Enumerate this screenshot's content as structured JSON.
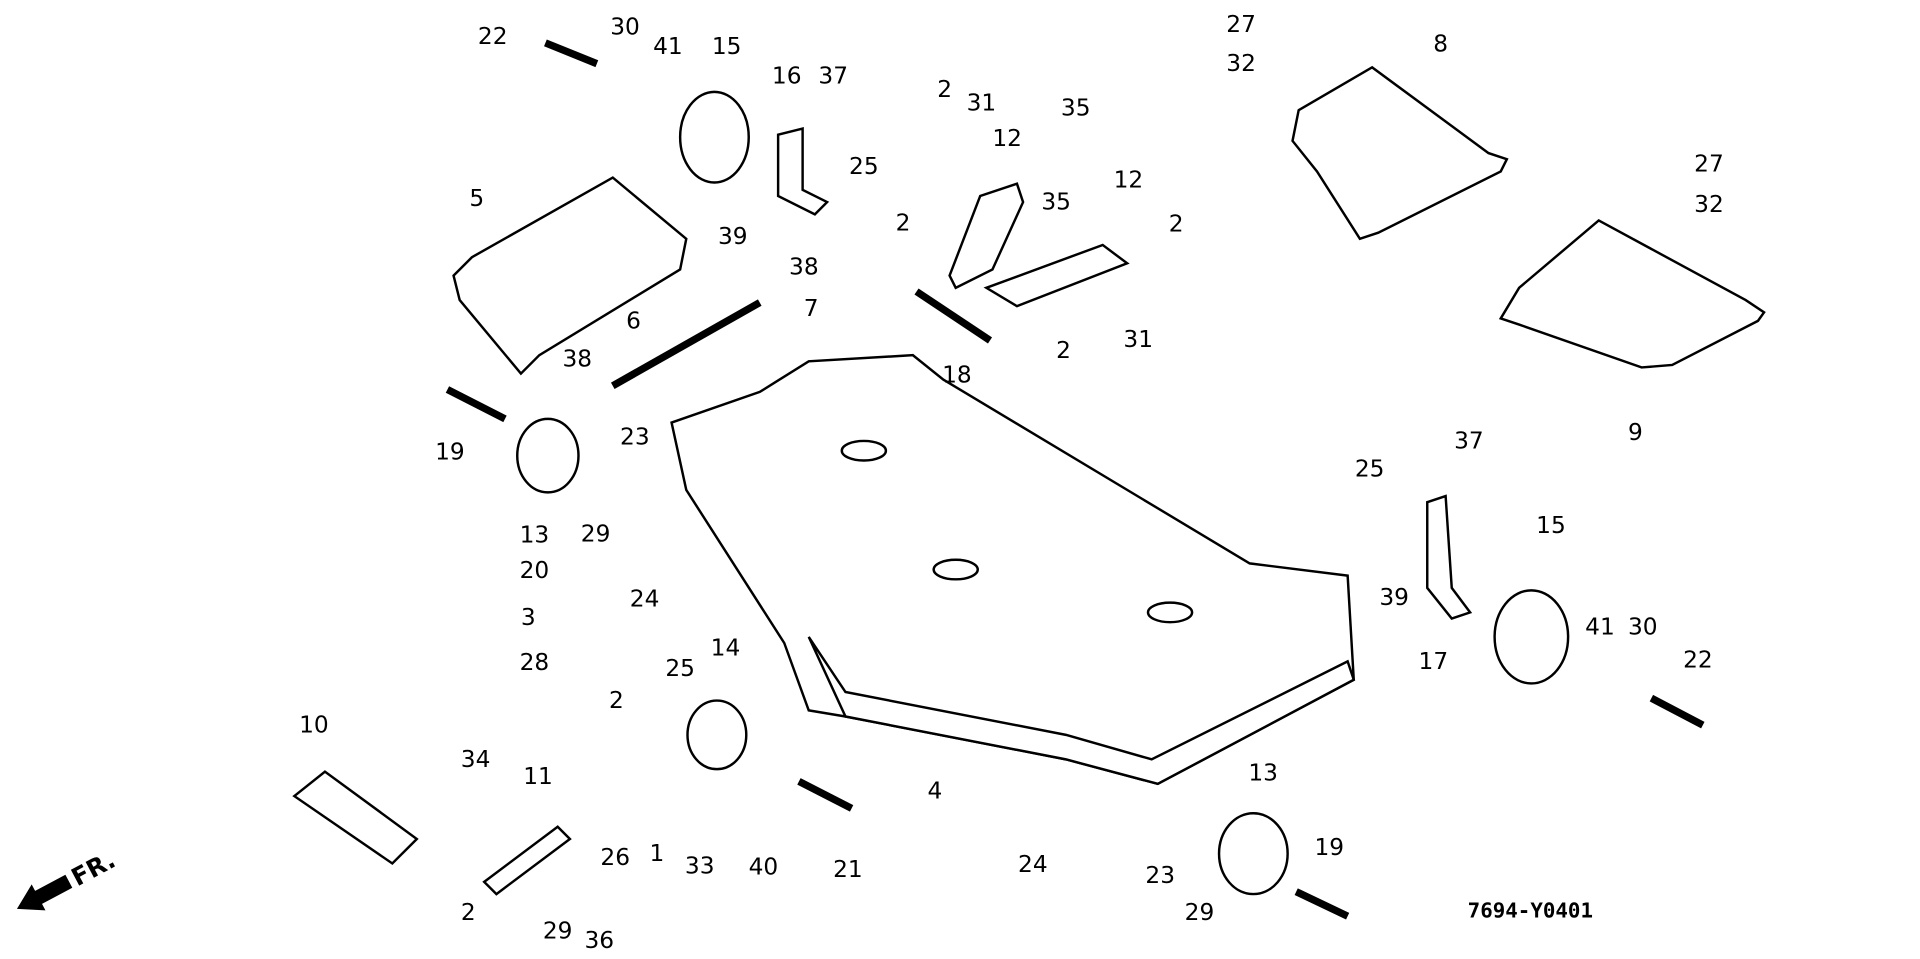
{
  "diagram_code": "7694-Y0401",
  "front_indicator": "FR.",
  "callouts": [
    "22",
    "30",
    "41",
    "15",
    "16",
    "37",
    "2",
    "31",
    "35",
    "12",
    "35",
    "12",
    "2",
    "2",
    "39",
    "25",
    "38",
    "7",
    "6",
    "38",
    "5",
    "18",
    "2",
    "31",
    "27",
    "32",
    "8",
    "27",
    "32",
    "9",
    "19",
    "13",
    "29",
    "23",
    "20",
    "3",
    "24",
    "28",
    "25",
    "14",
    "2",
    "10",
    "34",
    "11",
    "26",
    "1",
    "33",
    "40",
    "21",
    "4",
    "24",
    "23",
    "29",
    "13",
    "19",
    "2",
    "29",
    "36",
    "25",
    "37",
    "39",
    "17",
    "15",
    "41",
    "30",
    "22"
  ]
}
